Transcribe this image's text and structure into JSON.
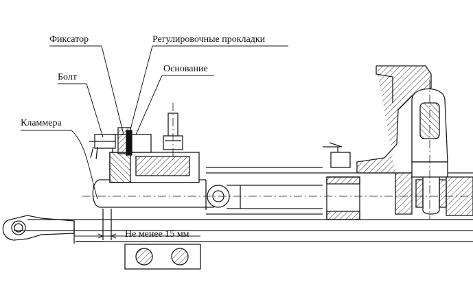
{
  "labels": {
    "fiksator": "Фиксатор",
    "prokladki": "Регулировочные прокладки",
    "osnovanie": "Основание",
    "bolt": "Болт",
    "klammera": "Кламмера",
    "distance": "Не менее 15 мм"
  },
  "colors": {
    "line": "#1a1a1a",
    "hatch": "#333333",
    "background": "#ffffff"
  }
}
